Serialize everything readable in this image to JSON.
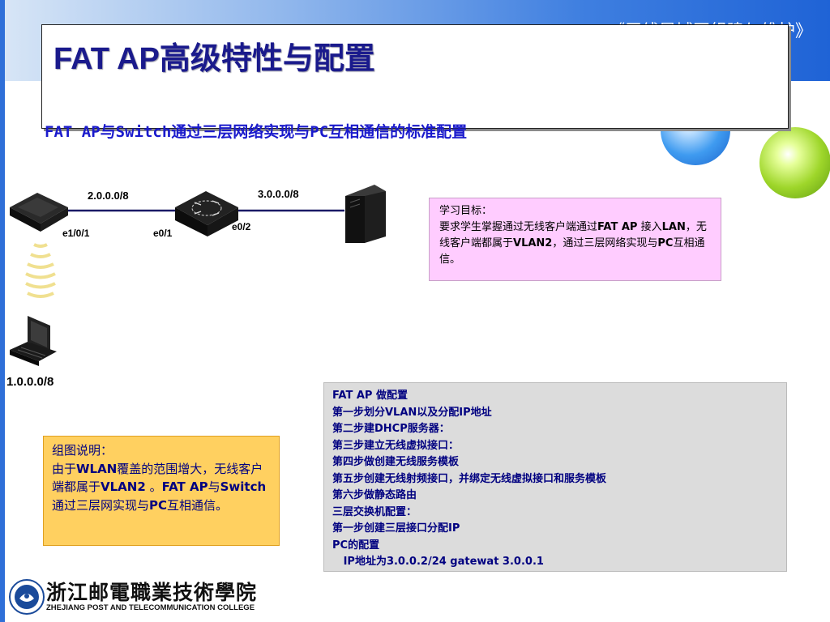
{
  "header": {
    "course_title": "《无线局域网组建与维护》"
  },
  "title": {
    "prefix": "FAT AP",
    "rest": "高级特性与配置"
  },
  "subtitle": "FAT AP与Switch通过三层网络实现与PC互相通信的标准配置",
  "topology": {
    "net_ap_switch": "2.0.0.0/8",
    "net_switch_pc": "3.0.0.0/8",
    "net_wireless": "1.0.0.0/8",
    "port_ap": "e1/0/1",
    "port_switch_left": "e0/1",
    "port_switch_right": "e0/2"
  },
  "goal": {
    "heading": "学习目标：",
    "line1_a": "要求学生掌握通过无线客户端通过",
    "line1_b": "FAT AP",
    "line1_c": " 接入",
    "line1_d": "LAN",
    "line1_e": "，无线客户端都属于",
    "line1_f": "VLAN2",
    "line1_g": "，通过三层网络实现与",
    "line1_h": "PC",
    "line1_i": "互相通信。"
  },
  "steps": [
    "FAT AP 做配置",
    "第一步划分VLAN以及分配IP地址",
    "第二步建DHCP服务器：",
    "第三步建立无线虚拟接口：",
    "第四步做创建无线服务模板",
    "第五步创建无线射频接口，并绑定无线虚拟接口和服务模板",
    "第六步做静态路由",
    "三层交换机配置：",
    "第一步创建三层接口分配IP",
    "PC的配置",
    "   IP地址为3.0.0.2/24 gatewat 3.0.0.1"
  ],
  "note": {
    "heading": "组图说明：",
    "t1": "由于",
    "t2": "WLAN",
    "t3": "覆盖的范围增大，无线客户端都属于",
    "t4": "VLAN2",
    "t5": " 。",
    "t6": "FAT AP",
    "t7": "与",
    "t8": "Switch",
    "t9": "通过三层网实现与",
    "t10": "PC",
    "t11": "互相通信。"
  },
  "logo": {
    "cn": "浙江邮電職業技術學院",
    "en": "ZHEJIANG POST AND TELECOMMUNICATION COLLEGE"
  },
  "colors": {
    "title": "#1a1a8c",
    "subtitle": "#1a1acc",
    "goal_bg": "#ffccff",
    "steps_bg": "#dcdcdc",
    "note_bg": "#ffd060",
    "band": "#1f63d6"
  }
}
